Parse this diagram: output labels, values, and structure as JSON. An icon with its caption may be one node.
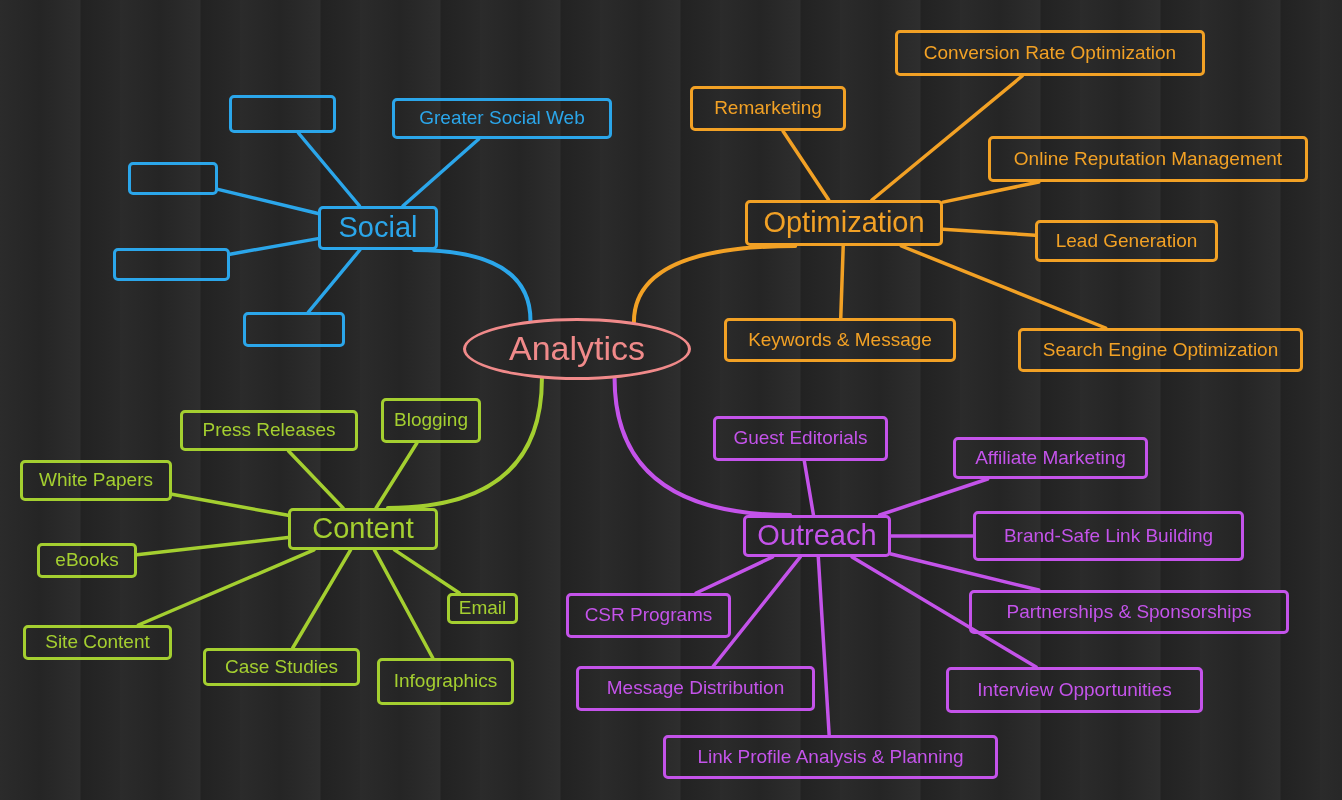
{
  "diagram": {
    "nodes": [
      {
        "text": [
          "Analytics"
        ]
      },
      {
        "text": [
          "Social"
        ]
      },
      {
        "text": [],
        "shape": "box"
      },
      {
        "text": [
          "Greater Social Web"
        ]
      },
      {
        "text": [],
        "shape": "box"
      },
      {
        "text": [],
        "shape": "box"
      },
      {
        "text": [],
        "shape": "box"
      },
      {
        "text": [
          "Optimization"
        ]
      },
      {
        "text": [
          "Remarketing"
        ]
      },
      {
        "text": [
          "Conversion Rate Optimization"
        ]
      },
      {
        "text": [
          "Online Reputation Management"
        ]
      },
      {
        "text": [
          "Lead Generation"
        ]
      },
      {
        "text": [
          "Keywords & Message"
        ]
      },
      {
        "text": [
          "Search Engine Optimization"
        ]
      },
      {
        "text": [
          "Content"
        ]
      },
      {
        "text": [
          "Press Releases"
        ]
      },
      {
        "text": [
          "Blogging"
        ]
      },
      {
        "text": [
          "White Papers"
        ]
      },
      {
        "text": [
          "eBooks"
        ]
      },
      {
        "text": [
          "Site Content"
        ]
      },
      {
        "text": [
          "Case Studies"
        ]
      },
      {
        "text": [
          "Infographics"
        ]
      },
      {
        "text": [
          "Email"
        ]
      },
      {
        "text": [
          "Outreach"
        ]
      },
      {
        "text": [
          "Guest Editorials"
        ]
      },
      {
        "text": [
          "Affiliate Marketing"
        ]
      },
      {
        "text": [
          "Brand-Safe Link Building"
        ]
      },
      {
        "text": [
          "CSR Programs"
        ]
      },
      {
        "text": [
          "Partnerships & Sponsorships"
        ]
      },
      {
        "text": [
          "Message Distribution"
        ]
      },
      {
        "text": [
          "Interview Opportunities"
        ]
      },
      {
        "text": [
          "Link Profile Analysis & Planning"
        ]
      }
    ],
    "edges": [
      {
        "from": 0,
        "to": 1,
        "arrow": "none",
        "color": "#2ba6ea"
      },
      {
        "from": 1,
        "to": 2,
        "arrow": "none",
        "color": "#2ba6ea"
      },
      {
        "from": 1,
        "to": 3,
        "arrow": "none",
        "color": "#2ba6ea"
      },
      {
        "from": 1,
        "to": 4,
        "arrow": "none",
        "color": "#2ba6ea"
      },
      {
        "from": 1,
        "to": 5,
        "arrow": "none",
        "color": "#2ba6ea"
      },
      {
        "from": 1,
        "to": 6,
        "arrow": "none",
        "color": "#2ba6ea"
      },
      {
        "from": 0,
        "to": 7,
        "arrow": "none",
        "color": "#f2a125"
      },
      {
        "from": 7,
        "to": 8,
        "arrow": "none",
        "color": "#f2a125"
      },
      {
        "from": 7,
        "to": 9,
        "arrow": "none",
        "color": "#f2a125"
      },
      {
        "from": 7,
        "to": 10,
        "arrow": "none",
        "color": "#f2a125"
      },
      {
        "from": 7,
        "to": 11,
        "arrow": "none",
        "color": "#f2a125"
      },
      {
        "from": 7,
        "to": 12,
        "arrow": "none",
        "color": "#f2a125"
      },
      {
        "from": 7,
        "to": 13,
        "arrow": "none",
        "color": "#f2a125"
      },
      {
        "from": 0,
        "to": 14,
        "arrow": "none",
        "color": "#a4cf30"
      },
      {
        "from": 14,
        "to": 15,
        "arrow": "none",
        "color": "#a4cf30"
      },
      {
        "from": 14,
        "to": 16,
        "arrow": "none",
        "color": "#a4cf30"
      },
      {
        "from": 14,
        "to": 17,
        "arrow": "none",
        "color": "#a4cf30"
      },
      {
        "from": 14,
        "to": 18,
        "arrow": "none",
        "color": "#a4cf30"
      },
      {
        "from": 14,
        "to": 19,
        "arrow": "none",
        "color": "#a4cf30"
      },
      {
        "from": 14,
        "to": 20,
        "arrow": "none",
        "color": "#a4cf30"
      },
      {
        "from": 14,
        "to": 21,
        "arrow": "none",
        "color": "#a4cf30"
      },
      {
        "from": 14,
        "to": 22,
        "arrow": "none",
        "color": "#a4cf30"
      },
      {
        "from": 0,
        "to": 23,
        "arrow": "none",
        "color": "#c453ea"
      },
      {
        "from": 23,
        "to": 24,
        "arrow": "none",
        "color": "#c453ea"
      },
      {
        "from": 23,
        "to": 25,
        "arrow": "none",
        "color": "#c453ea"
      },
      {
        "from": 23,
        "to": 26,
        "arrow": "none",
        "color": "#c453ea"
      },
      {
        "from": 23,
        "to": 27,
        "arrow": "none",
        "color": "#c453ea"
      },
      {
        "from": 23,
        "to": 28,
        "arrow": "none",
        "color": "#c453ea"
      },
      {
        "from": 23,
        "to": 29,
        "arrow": "none",
        "color": "#c453ea"
      },
      {
        "from": 23,
        "to": 30,
        "arrow": "none",
        "color": "#c453ea"
      },
      {
        "from": 23,
        "to": 31,
        "arrow": "none",
        "color": "#c453ea"
      }
    ]
  }
}
